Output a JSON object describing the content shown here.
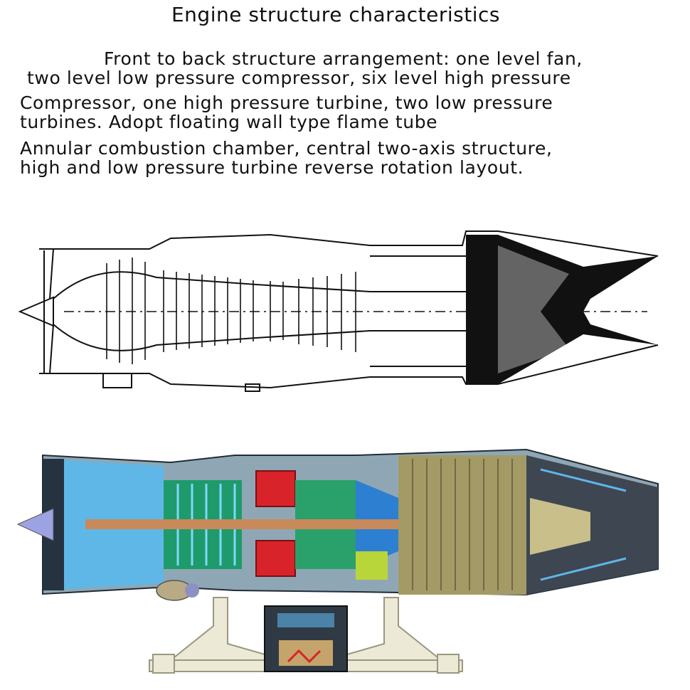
{
  "header": {
    "title": "Engine structure characteristics"
  },
  "description": {
    "lines": [
      "Front to back structure arrangement: one level fan,",
      "two level low pressure compressor, six level high pressure",
      "Compressor, one high pressure turbine, two low pressure",
      "turbines. Adopt floating wall type flame tube",
      "Annular combustion chamber, central two-axis structure,",
      "high and low pressure turbine reverse rotation layout."
    ]
  },
  "colors": {
    "line_ink": "#111111",
    "casing": "#8fa7b5",
    "fan_blue": "#5fb7e8",
    "compressor_green": "#1f9a6a",
    "turbine_red": "#d8232a",
    "shaft_copper": "#c88a5a",
    "afterburner_olive": "#a39a66",
    "nozzle_dark": "#3e4652",
    "stand": "#ece9d6",
    "cone_purple": "#9da3e2"
  }
}
